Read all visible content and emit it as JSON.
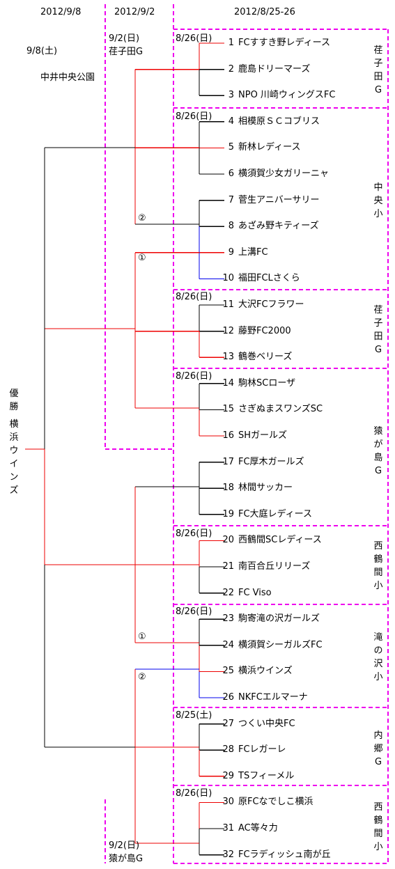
{
  "columns": {
    "final": "2012/9/8",
    "semi": "2012/9/2",
    "early": "2012/8/25-26"
  },
  "final_info": {
    "date": "9/8(土)",
    "venue": "中井中央公園"
  },
  "semi_top": {
    "date": "9/2(日)",
    "venue": "荏子田G"
  },
  "semi_bottom": {
    "date": "9/2(日)",
    "venue": "猿が島G"
  },
  "champion": {
    "label": "優勝",
    "team": "横浜ウインズ"
  },
  "marks": {
    "one": "①",
    "two": "②"
  },
  "group_dates": [
    "8/26(日)",
    "8/26(日)",
    "8/26(日)",
    "8/26(日)",
    "8/26(日)",
    "8/26(日)",
    "8/25(土)",
    "8/26(日)"
  ],
  "venues": [
    "荏子田G",
    "中央小",
    "荏子田G",
    "猿が島G",
    "西鶴間小",
    "滝の沢小",
    "内郷G",
    "西鶴間小"
  ],
  "teams": [
    {
      "n": "1",
      "name": "FCすすき野レディース"
    },
    {
      "n": "2",
      "name": "鹿島ドリーマーズ"
    },
    {
      "n": "3",
      "name": "NPO 川崎ウィングスFC"
    },
    {
      "n": "4",
      "name": "相模原ＳＣコブリス"
    },
    {
      "n": "5",
      "name": "新林レディース"
    },
    {
      "n": "6",
      "name": "横須賀少女ガリーニャ"
    },
    {
      "n": "7",
      "name": "菅生アニバーサリー"
    },
    {
      "n": "8",
      "name": "あざみ野キティーズ"
    },
    {
      "n": "9",
      "name": "上溝FC"
    },
    {
      "n": "10",
      "name": "福田FCLさくら"
    },
    {
      "n": "11",
      "name": "大沢FCフラワー"
    },
    {
      "n": "12",
      "name": "藤野FC2000"
    },
    {
      "n": "13",
      "name": "鶴巻ベリーズ"
    },
    {
      "n": "14",
      "name": "駒林SCローザ"
    },
    {
      "n": "15",
      "name": "さぎぬまスワンズSC"
    },
    {
      "n": "16",
      "name": "SHガールズ"
    },
    {
      "n": "17",
      "name": "FC厚木ガールズ"
    },
    {
      "n": "18",
      "name": "林間サッカー"
    },
    {
      "n": "19",
      "name": "FC大庭レディース"
    },
    {
      "n": "20",
      "name": "西鶴間SCレディース"
    },
    {
      "n": "21",
      "name": "南百合丘リリーズ"
    },
    {
      "n": "22",
      "name": "FC Viso"
    },
    {
      "n": "23",
      "name": "駒寄滝の沢ガールズ"
    },
    {
      "n": "24",
      "name": "横須賀シーガルズFC"
    },
    {
      "n": "25",
      "name": "横浜ウインズ"
    },
    {
      "n": "26",
      "name": "NKFCエルマーナ"
    },
    {
      "n": "27",
      "name": "つくい中央FC"
    },
    {
      "n": "28",
      "name": "FCレガーレ"
    },
    {
      "n": "29",
      "name": "TSフィーメル"
    },
    {
      "n": "30",
      "name": "原FCなでしこ横浜"
    },
    {
      "n": "31",
      "name": "AC等々力"
    },
    {
      "n": "32",
      "name": "FCラディッシュ南が丘"
    }
  ],
  "colors": {
    "win": "#ee0000",
    "line": "#000000",
    "prelim": "#0000ee",
    "divider": "#ee00ee"
  }
}
